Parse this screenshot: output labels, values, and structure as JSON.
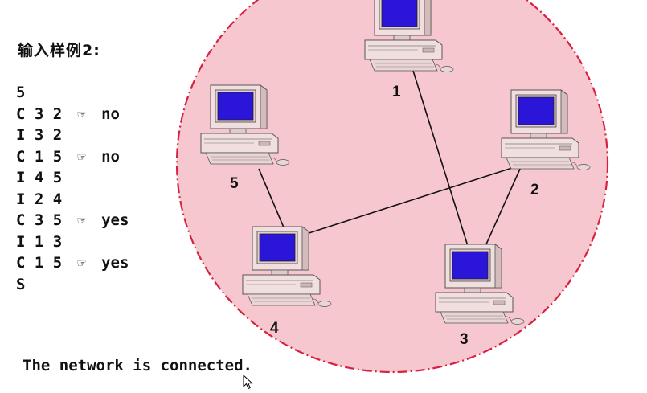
{
  "title": "输入样例2:",
  "input_lines": [
    {
      "text": "5",
      "note": ""
    },
    {
      "text": "C 3 2",
      "note": "no"
    },
    {
      "text": "I 3 2",
      "note": ""
    },
    {
      "text": "C 1 5",
      "note": "no"
    },
    {
      "text": "I 4 5",
      "note": ""
    },
    {
      "text": "I 2 4",
      "note": ""
    },
    {
      "text": "C 3 5",
      "note": "yes"
    },
    {
      "text": "I 1 3",
      "note": ""
    },
    {
      "text": "C 1 5",
      "note": "yes"
    },
    {
      "text": "S",
      "note": ""
    }
  ],
  "result_text": "The network is connected.",
  "network": {
    "region_color": "#f7c7cf",
    "border_color": "#d9203f",
    "screen_color": "#2a15d8",
    "computers": [
      {
        "id": "1",
        "label": "1"
      },
      {
        "id": "2",
        "label": "2"
      },
      {
        "id": "3",
        "label": "3"
      },
      {
        "id": "4",
        "label": "4"
      },
      {
        "id": "5",
        "label": "5"
      }
    ],
    "links": [
      {
        "from": "1",
        "to": "3"
      },
      {
        "from": "2",
        "to": "3"
      },
      {
        "from": "2",
        "to": "4"
      },
      {
        "from": "5",
        "to": "4"
      }
    ]
  }
}
